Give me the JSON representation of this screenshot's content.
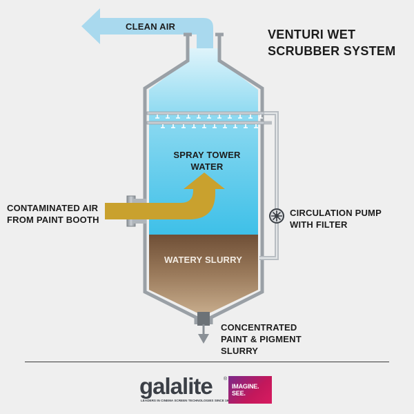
{
  "title": {
    "line1": "VENTURI WET",
    "line2": "SCRUBBER SYSTEM"
  },
  "labels": {
    "clean_air": "CLEAN AIR",
    "spray_tower": [
      "SPRAY TOWER",
      "WATER"
    ],
    "contaminated_air": [
      "CONTAMINATED AIR",
      "FROM PAINT BOOTH"
    ],
    "circulation_pump": [
      "CIRCULATION PUMP",
      "WITH FILTER"
    ],
    "watery_slurry": "WATERY SLURRY",
    "concentrated": [
      "CONCENTRATED",
      "PAINT & PIGMENT",
      "SLURRY"
    ]
  },
  "footer": {
    "brand": "galalite",
    "registered": "®",
    "tagline": "LEADERS IN CINEMA SCREEN TECHNOLOGIES SINCE 1959",
    "slogan": [
      "IMAGINE.",
      "SEE."
    ]
  },
  "colors": {
    "background": "#efefef",
    "air_arrow": "#a9d9ee",
    "water": "#5fcbea",
    "slurry": "#8a6a4c",
    "contaminated_arrow": "#c9a12e",
    "tank_wall": "#9aa0a6",
    "text": "#1c1c1c",
    "brand_tile": "#c2185b"
  }
}
